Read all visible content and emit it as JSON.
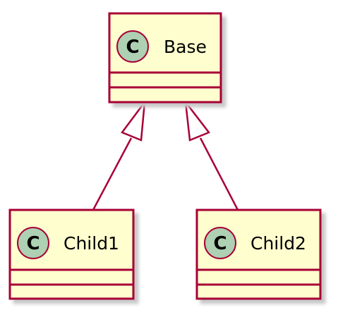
{
  "diagram": {
    "type": "uml-class-diagram",
    "colors": {
      "class_fill": "#FEFECE",
      "class_border": "#A80036",
      "stereotype_circle": "#ADD1B2",
      "edge": "#A80036",
      "shadow": "#C8C8C8"
    },
    "classes": [
      {
        "id": "base",
        "name": "Base",
        "stereotype_letter": "C"
      },
      {
        "id": "child1",
        "name": "Child1",
        "stereotype_letter": "C"
      },
      {
        "id": "child2",
        "name": "Child2",
        "stereotype_letter": "C"
      }
    ],
    "relations": [
      {
        "from": "child1",
        "to": "base",
        "kind": "generalization"
      },
      {
        "from": "child2",
        "to": "base",
        "kind": "generalization"
      }
    ]
  }
}
